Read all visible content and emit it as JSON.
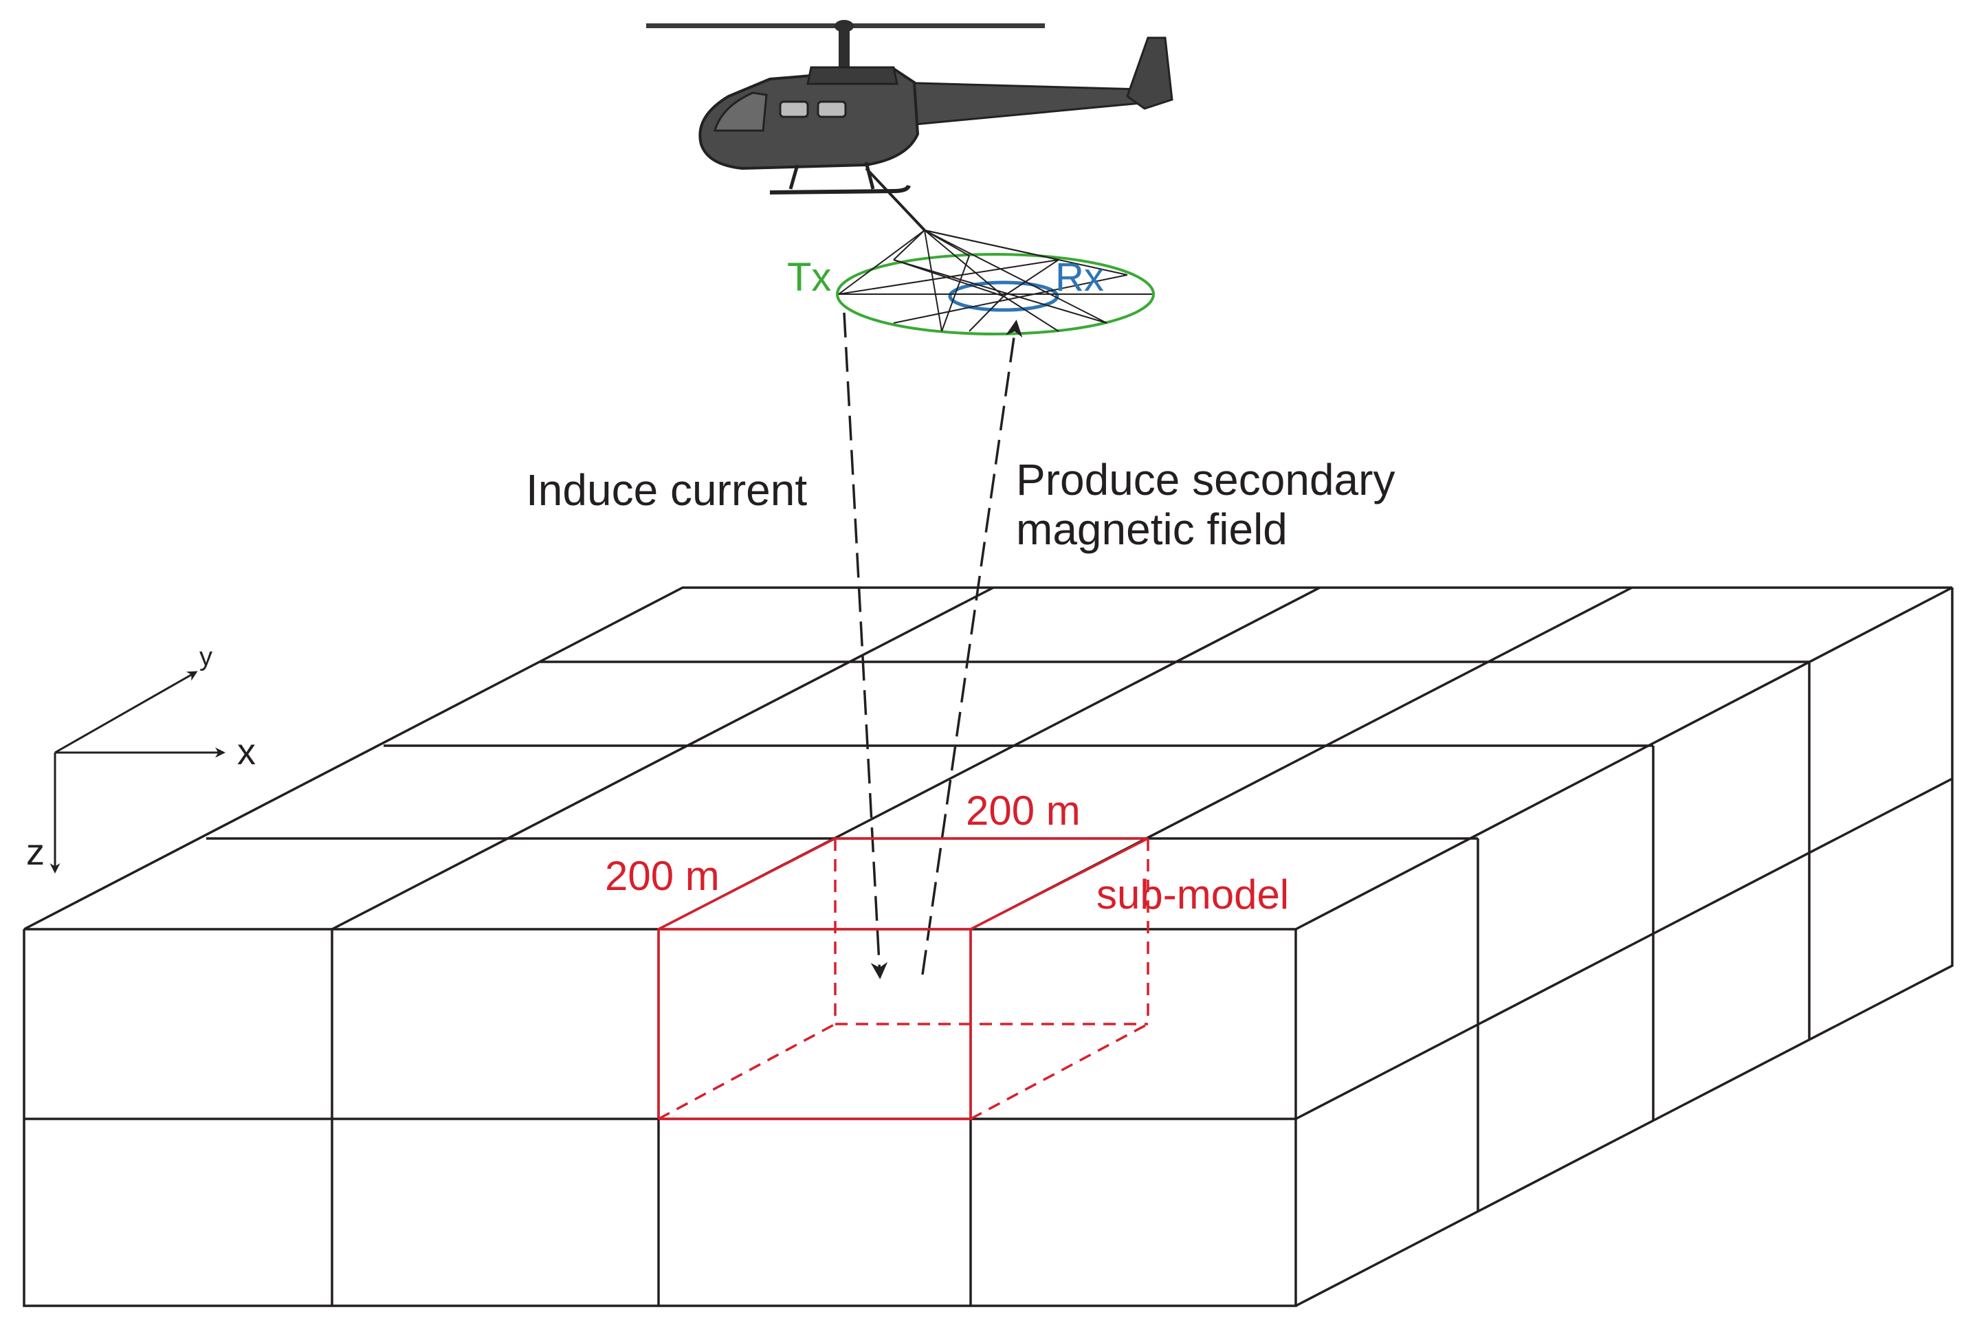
{
  "labels": {
    "tx": "Tx",
    "rx": "Rx",
    "induce": "Induce current",
    "produce_line1": "Produce secondary",
    "produce_line2": "magnetic field",
    "dim_top": "200 m",
    "dim_left": "200 m",
    "submodel": "sub-model",
    "axis_x": "x",
    "axis_y": "y",
    "axis_z": "z"
  },
  "colors": {
    "line": "#231f20",
    "submodel": "#d7202c",
    "transmitter": "#3aa935",
    "receiver": "#2e75b6",
    "helicopter": "#4a4a4a"
  },
  "icons": {
    "helicopter": "helicopter-icon"
  }
}
